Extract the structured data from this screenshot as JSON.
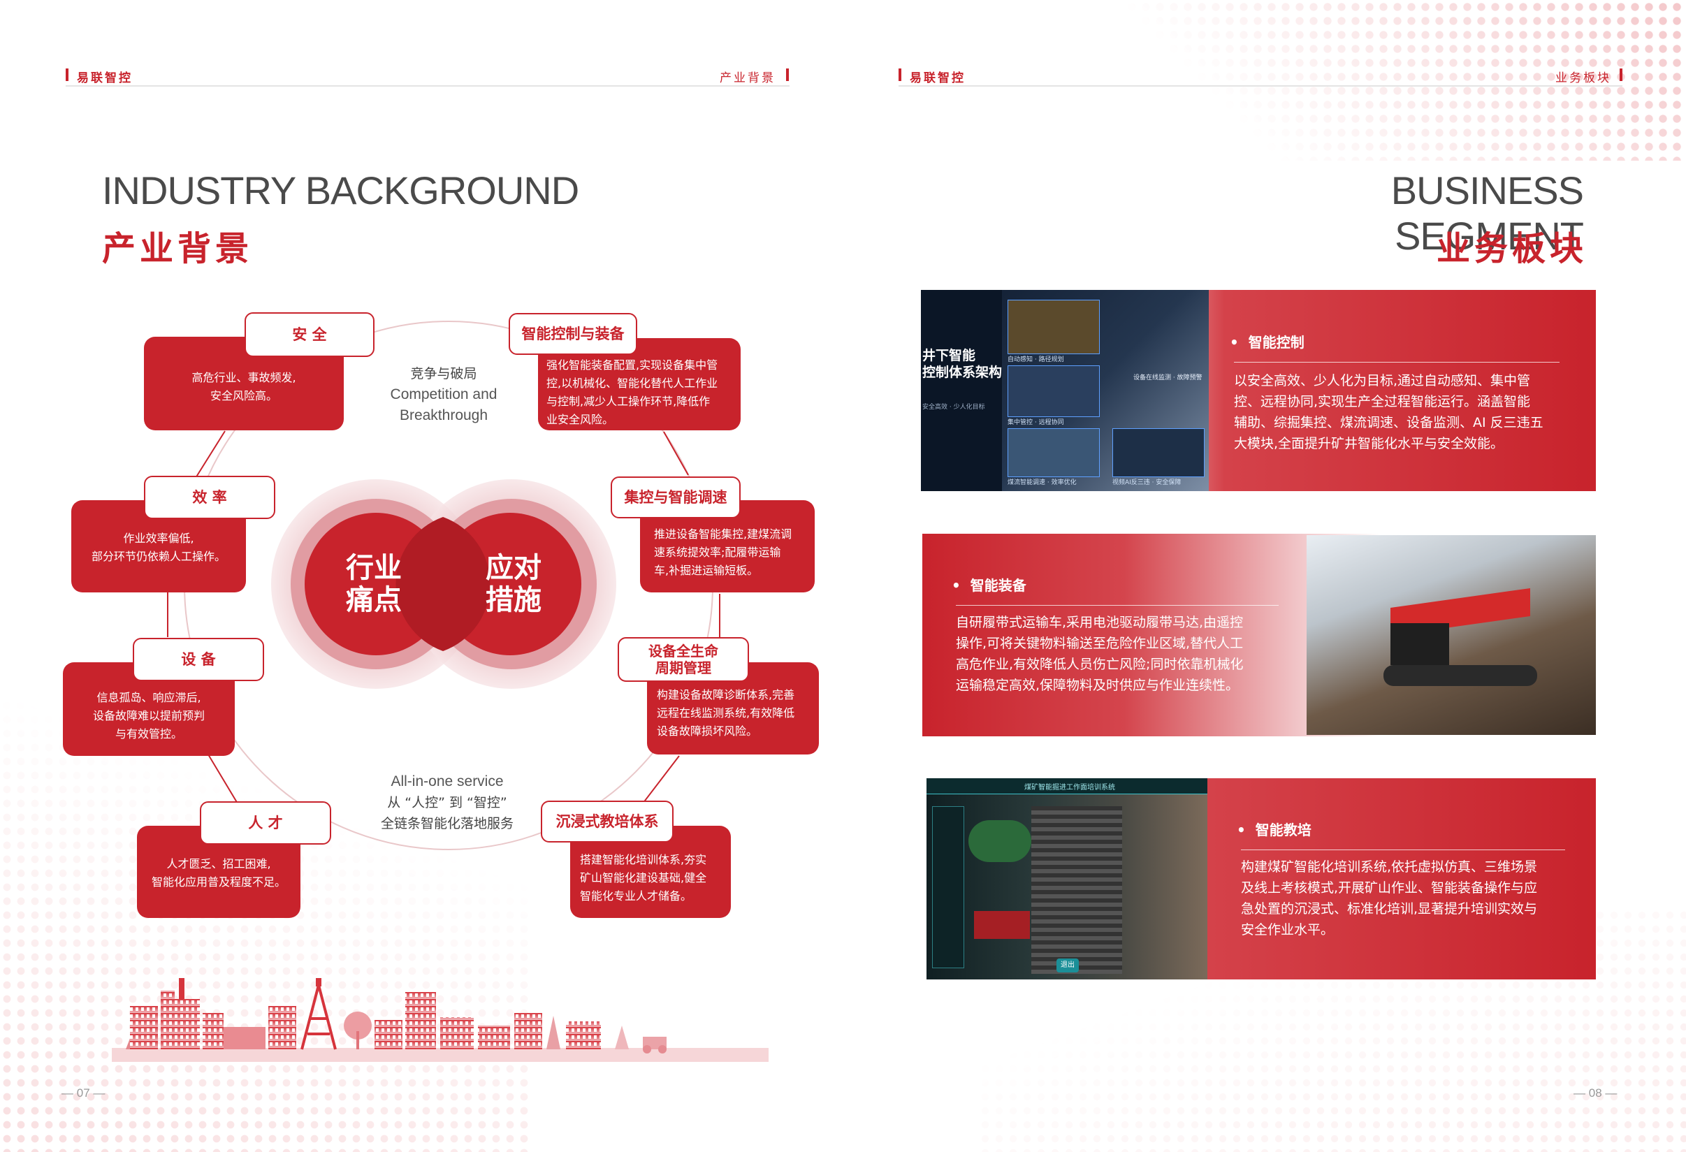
{
  "left_page": {
    "header_brand": "易联智控",
    "header_section": "产业背景",
    "title_en": "INDUSTRY BACKGROUND",
    "title_cn": "产业背景",
    "center_left": [
      "行业",
      "痛点"
    ],
    "center_right": [
      "应对",
      "措施"
    ],
    "top_middle": {
      "cn": "竞争与破局",
      "en_line1": "Competition and",
      "en_line2": "Breakthrough"
    },
    "bottom_middle": {
      "en": "All-in-one service",
      "cn_line1": "从 “人控” 到 “智控”",
      "cn_line2": "全链条智能化落地服务"
    },
    "pain_points": [
      {
        "tag": "安 全",
        "lines": [
          "高危行业、事故频发,",
          "安全风险高。"
        ]
      },
      {
        "tag": "效 率",
        "lines": [
          "作业效率偏低,",
          "部分环节仍依赖人工操作。"
        ]
      },
      {
        "tag": "设 备",
        "lines": [
          "信息孤岛、响应滞后,",
          "设备故障难以提前预判",
          "与有效管控。"
        ]
      },
      {
        "tag": "人 才",
        "lines": [
          "人才匮乏、招工困难,",
          "智能化应用普及程度不足。"
        ]
      }
    ],
    "measures": [
      {
        "tag": "智能控制与装备",
        "lines": [
          "强化智能装备配置,实现设备集中管",
          "控,以机械化、智能化替代人工作业",
          "与控制,减少人工操作环节,降低作",
          "业安全风险。"
        ]
      },
      {
        "tag": "集控与智能调速",
        "lines": [
          "推进设备智能集控,建煤流调",
          "速系统提效率;配履带运输",
          "车,补掘进运输短板。"
        ]
      },
      {
        "tag_line1": "设备全生命",
        "tag_line2": "周期管理",
        "lines": [
          "构建设备故障诊断体系,完善",
          "远程在线监测系统,有效降低",
          "设备故障损坏风险。"
        ]
      },
      {
        "tag": "沉浸式教培体系",
        "lines": [
          "搭建智能化培训体系,夯实",
          "矿山智能化建设基础,健全",
          "智能化专业人才储备。"
        ]
      }
    ],
    "page_number": "07"
  },
  "right_page": {
    "header_brand": "易联智控",
    "header_section": "业务板块",
    "title_en": "BUSINESS SEGMENT",
    "title_cn": "业务板块",
    "segments": [
      {
        "title": "智能控制",
        "lines": [
          "以安全高效、少人化为目标,通过自动感知、集中管",
          "控、远程协同,实现生产全过程智能运行。涵盖智能",
          "辅助、综掘集控、煤流调速、设备监测、AI 反三违五",
          "大模块,全面提升矿井智能化水平与安全效能。"
        ],
        "image_text": {
          "title_line1": "井下智能",
          "title_line2": "控制体系架构",
          "subtitle": "安全高效 · 少人化目标",
          "labels": [
            "自动感知 · 路径规划",
            "集中管控 · 远程协同",
            "煤流智能调速 · 效率优化",
            "视频AI反三违 · 安全保障",
            "设备在线监测 · 故障预警"
          ]
        }
      },
      {
        "title": "智能装备",
        "lines": [
          "自研履带式运输车,采用电池驱动履带马达,由遥控",
          "操作,可将关键物料输送至危险作业区域,替代人工",
          "高危作业,有效降低人员伤亡风险;同时依靠机械化",
          "运输稳定高效,保障物料及时供应与作业连续性。"
        ]
      },
      {
        "title": "智能教培",
        "lines": [
          "构建煤矿智能化培训系统,依托虚拟仿真、三维场景",
          "及线上考核模式,开展矿山作业、智能装备操作与应",
          "急处置的沉浸式、标准化培训,显著提升培训实效与",
          "安全作业水平。"
        ],
        "image_text": {
          "banner": "煤矿智能掘进工作面培训系统",
          "button": "退出"
        }
      }
    ],
    "page_number": "08"
  },
  "colors": {
    "brand_red": "#c8232c",
    "title_gray": "#4a4a4a"
  }
}
